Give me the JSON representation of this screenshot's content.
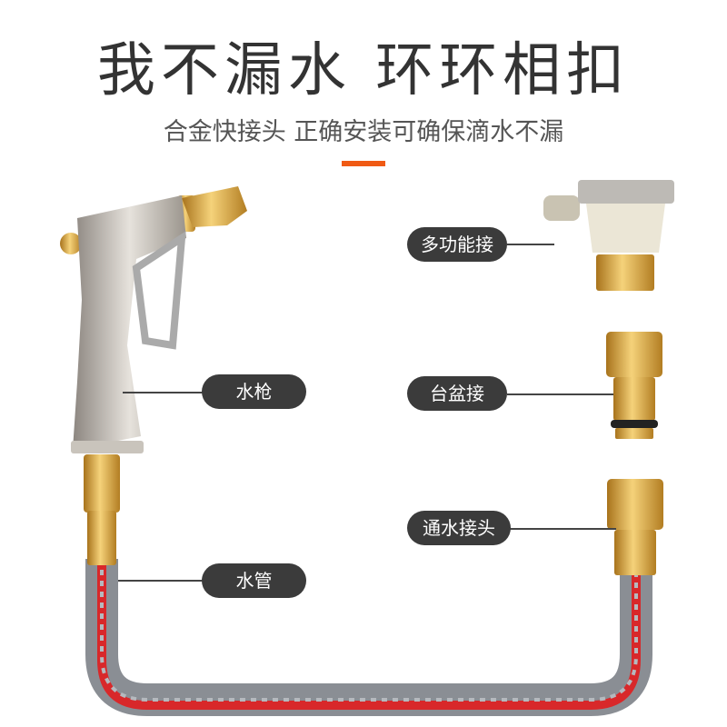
{
  "header": {
    "title": "我不漏水  环环相扣",
    "subtitle": "合金快接头 正确安装可确保滴水不漏"
  },
  "colors": {
    "accent": "#f05a14",
    "pill": "#3b3b3b",
    "brass": "#d9a43a",
    "hose_red": "#d8282a",
    "hose_gray": "#8a8e94"
  },
  "labels": {
    "multi_connector": "多功能接",
    "water_gun": "水枪",
    "basin_connector": "台盆接",
    "water_connector": "通水接头",
    "hose": "水管"
  }
}
